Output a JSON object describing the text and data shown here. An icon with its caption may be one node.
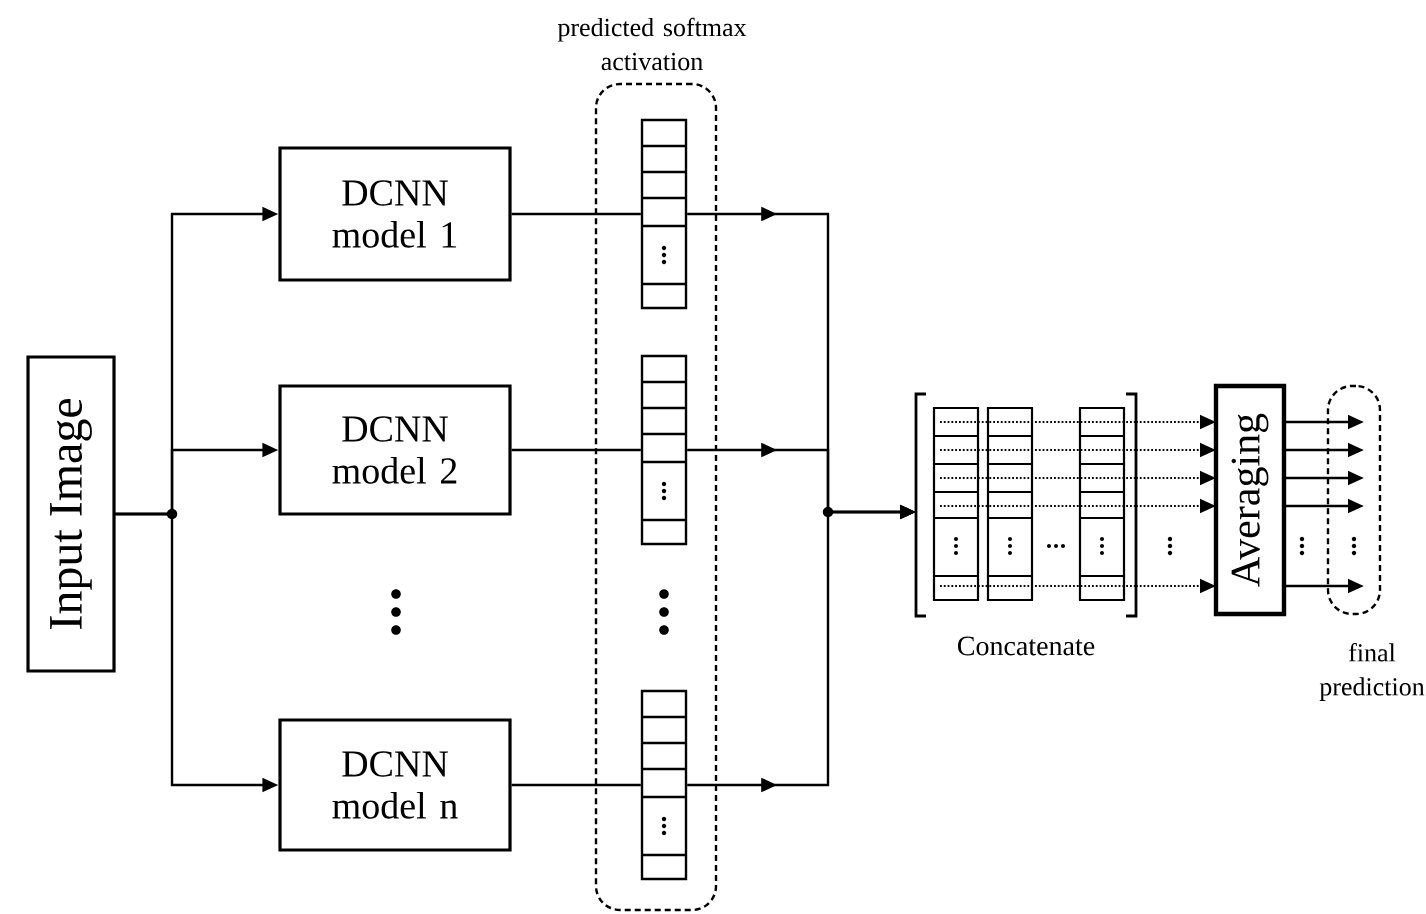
{
  "diagram": {
    "nodes": [
      {
        "text": [
          "Input Image"
        ]
      },
      {
        "text": [
          "DCNN model 1"
        ]
      },
      {
        "text": [
          "DCNN model 2"
        ]
      },
      {
        "text": [
          "DCNN model n"
        ]
      },
      {
        "text": [
          "predicted softmax activation"
        ]
      },
      {
        "text": [],
        "shape": "bar",
        "in": 4
      },
      {
        "text": [],
        "shape": "bar",
        "in": 4
      },
      {
        "text": [],
        "shape": "bar",
        "in": 4
      },
      {
        "text": [
          "Concatenate"
        ]
      },
      {
        "text": [
          "Averaging"
        ]
      },
      {
        "text": [
          "final prediction"
        ]
      }
    ],
    "edges": [
      {
        "from": 0,
        "to": 1,
        "arrow": "to"
      },
      {
        "from": 0,
        "to": 2,
        "arrow": "to"
      },
      {
        "from": 0,
        "to": 3,
        "arrow": "to"
      },
      {
        "from": 1,
        "to": 5,
        "arrow": "none"
      },
      {
        "from": 2,
        "to": 6,
        "arrow": "none"
      },
      {
        "from": 3,
        "to": 7,
        "arrow": "none"
      },
      {
        "from": 5,
        "to": 8,
        "arrow": "to"
      },
      {
        "from": 6,
        "to": 8,
        "arrow": "to"
      },
      {
        "from": 7,
        "to": 8,
        "arrow": "to"
      },
      {
        "from": 8,
        "to": 9,
        "arrow": "to",
        "style": "dashed"
      },
      {
        "from": 8,
        "to": 9,
        "arrow": "to",
        "style": "dashed"
      },
      {
        "from": 8,
        "to": 9,
        "arrow": "to",
        "style": "dashed"
      },
      {
        "from": 8,
        "to": 9,
        "arrow": "to",
        "style": "dashed"
      },
      {
        "from": 8,
        "to": 9,
        "arrow": "to",
        "style": "dashed"
      },
      {
        "from": 9,
        "to": 10,
        "arrow": "to"
      },
      {
        "from": 9,
        "to": 10,
        "arrow": "to"
      },
      {
        "from": 9,
        "to": 10,
        "arrow": "to"
      },
      {
        "from": 9,
        "to": 10,
        "arrow": "to"
      },
      {
        "from": 9,
        "to": 10,
        "arrow": "to"
      }
    ]
  }
}
